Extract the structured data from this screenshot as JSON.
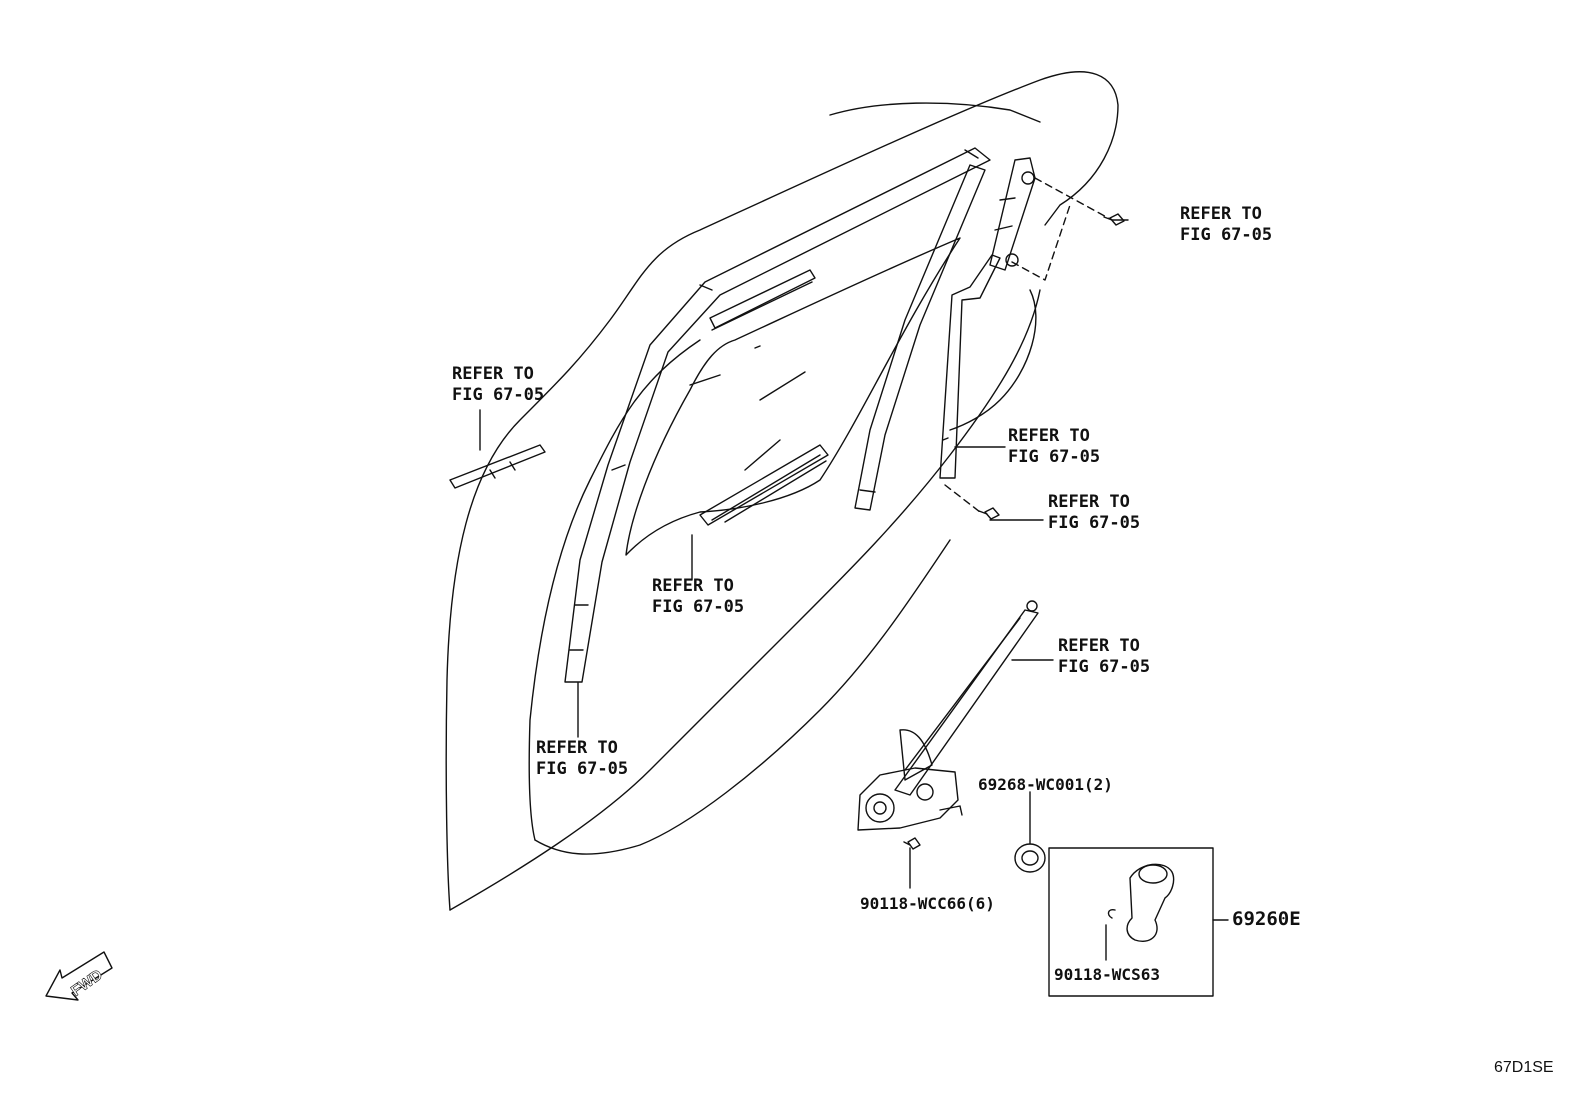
{
  "callouts": [
    {
      "id": "top-right",
      "line1": "REFER TO",
      "line2": "FIG 67-05"
    },
    {
      "id": "left",
      "line1": "REFER TO",
      "line2": "FIG 67-05"
    },
    {
      "id": "channel-right",
      "line1": "REFER TO",
      "line2": "FIG 67-05"
    },
    {
      "id": "bolt-right",
      "line1": "REFER TO",
      "line2": "FIG 67-05"
    },
    {
      "id": "glass-bottom",
      "line1": "REFER TO",
      "line2": "FIG 67-05"
    },
    {
      "id": "regulator",
      "line1": "REFER TO",
      "line2": "FIG 67-05"
    },
    {
      "id": "front-channel",
      "line1": "REFER TO",
      "line2": "FIG 67-05"
    }
  ],
  "parts": {
    "washer": "69268-WC001(2)",
    "bolt": "90118-WCC66(6)",
    "handle_assy": "69260E",
    "clip": "90118-WCS63"
  },
  "fwd_label": "FWD",
  "figure_code": "67D1SE",
  "colors": {
    "line": "#111111",
    "background": "#ffffff"
  }
}
